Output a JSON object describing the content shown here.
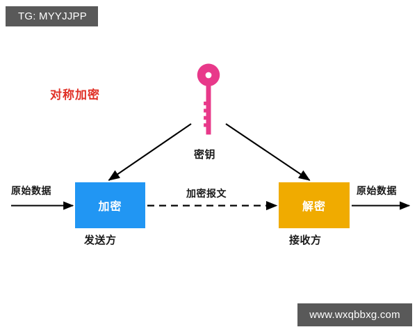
{
  "watermarks": {
    "top_left": "TG: MYYJJPP",
    "bottom_right": "www.wxqbbxg.com"
  },
  "diagram": {
    "title": "对称加密",
    "title_color": "#e03026",
    "key": {
      "label": "密钥",
      "icon": "key-icon",
      "color": "#e8398a"
    },
    "nodes": [
      {
        "id": "encrypt",
        "label": "加密",
        "caption": "发送方",
        "color": "#2196f3",
        "text_color": "#ffffff"
      },
      {
        "id": "decrypt",
        "label": "解密",
        "caption": "接收方",
        "color": "#f0ab00",
        "text_color": "#ffffff"
      }
    ],
    "flows": {
      "input_label": "原始数据",
      "output_label": "原始数据",
      "middle_label": "加密报文"
    },
    "arrows": [
      {
        "name": "key-to-encrypt",
        "style": "solid",
        "color": "#000000"
      },
      {
        "name": "key-to-decrypt",
        "style": "solid",
        "color": "#000000"
      },
      {
        "name": "plaintext-in",
        "style": "solid",
        "color": "#000000"
      },
      {
        "name": "ciphertext",
        "style": "dashed",
        "color": "#000000"
      },
      {
        "name": "plaintext-out",
        "style": "solid",
        "color": "#000000"
      }
    ]
  }
}
